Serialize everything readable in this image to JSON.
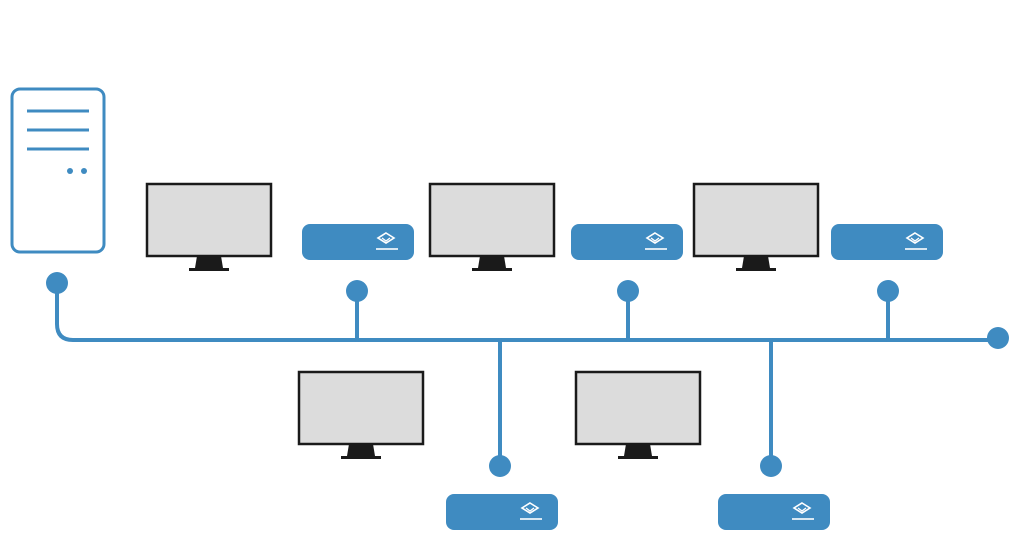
{
  "diagram": {
    "accent_color": "#3f8bc1",
    "monitor_screen_color": "#dcdcdc",
    "monitor_frame_color": "#1a1a1a",
    "nodes": [
      {
        "kind": "server",
        "icon": "server-tower-icon"
      },
      {
        "kind": "monitor",
        "icon": "monitor-icon"
      },
      {
        "kind": "monitor",
        "icon": "monitor-icon"
      },
      {
        "kind": "monitor",
        "icon": "monitor-icon"
      },
      {
        "kind": "monitor",
        "icon": "monitor-icon"
      },
      {
        "kind": "monitor",
        "icon": "monitor-icon"
      },
      {
        "kind": "thin-client",
        "icon": "thin-client-device-icon"
      },
      {
        "kind": "thin-client",
        "icon": "thin-client-device-icon"
      },
      {
        "kind": "thin-client",
        "icon": "thin-client-device-icon"
      },
      {
        "kind": "thin-client",
        "icon": "thin-client-device-icon"
      },
      {
        "kind": "thin-client",
        "icon": "thin-client-device-icon"
      }
    ],
    "bus": {
      "kind": "network-bus",
      "terminator": "bus-terminator-icon"
    }
  }
}
